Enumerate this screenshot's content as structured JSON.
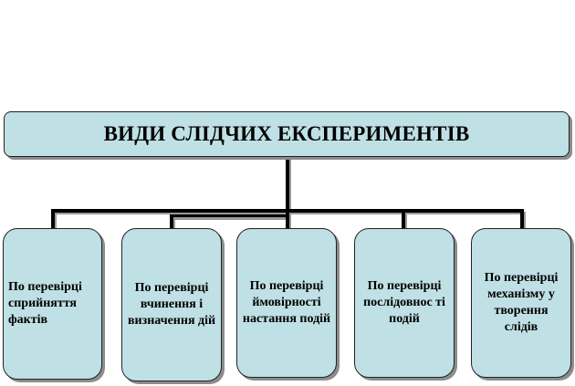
{
  "diagram": {
    "title": "ВИДИ СЛІДЧИХ ЕКСПЕРИМЕНТІВ",
    "children": [
      {
        "label": "По перевірці сприйняття фактів"
      },
      {
        "label": "По перевірці вчинення і визначення дій"
      },
      {
        "label": "По перевірці ймовірності настання подій"
      },
      {
        "label": "По перевірці послідовнос ті подій"
      },
      {
        "label": "По перевірці механізму у творення слідів"
      }
    ]
  },
  "colors": {
    "box_fill": "#bfe0e4",
    "border": "#222222",
    "connector": "#000000",
    "shadow": "#8c8c8c"
  }
}
